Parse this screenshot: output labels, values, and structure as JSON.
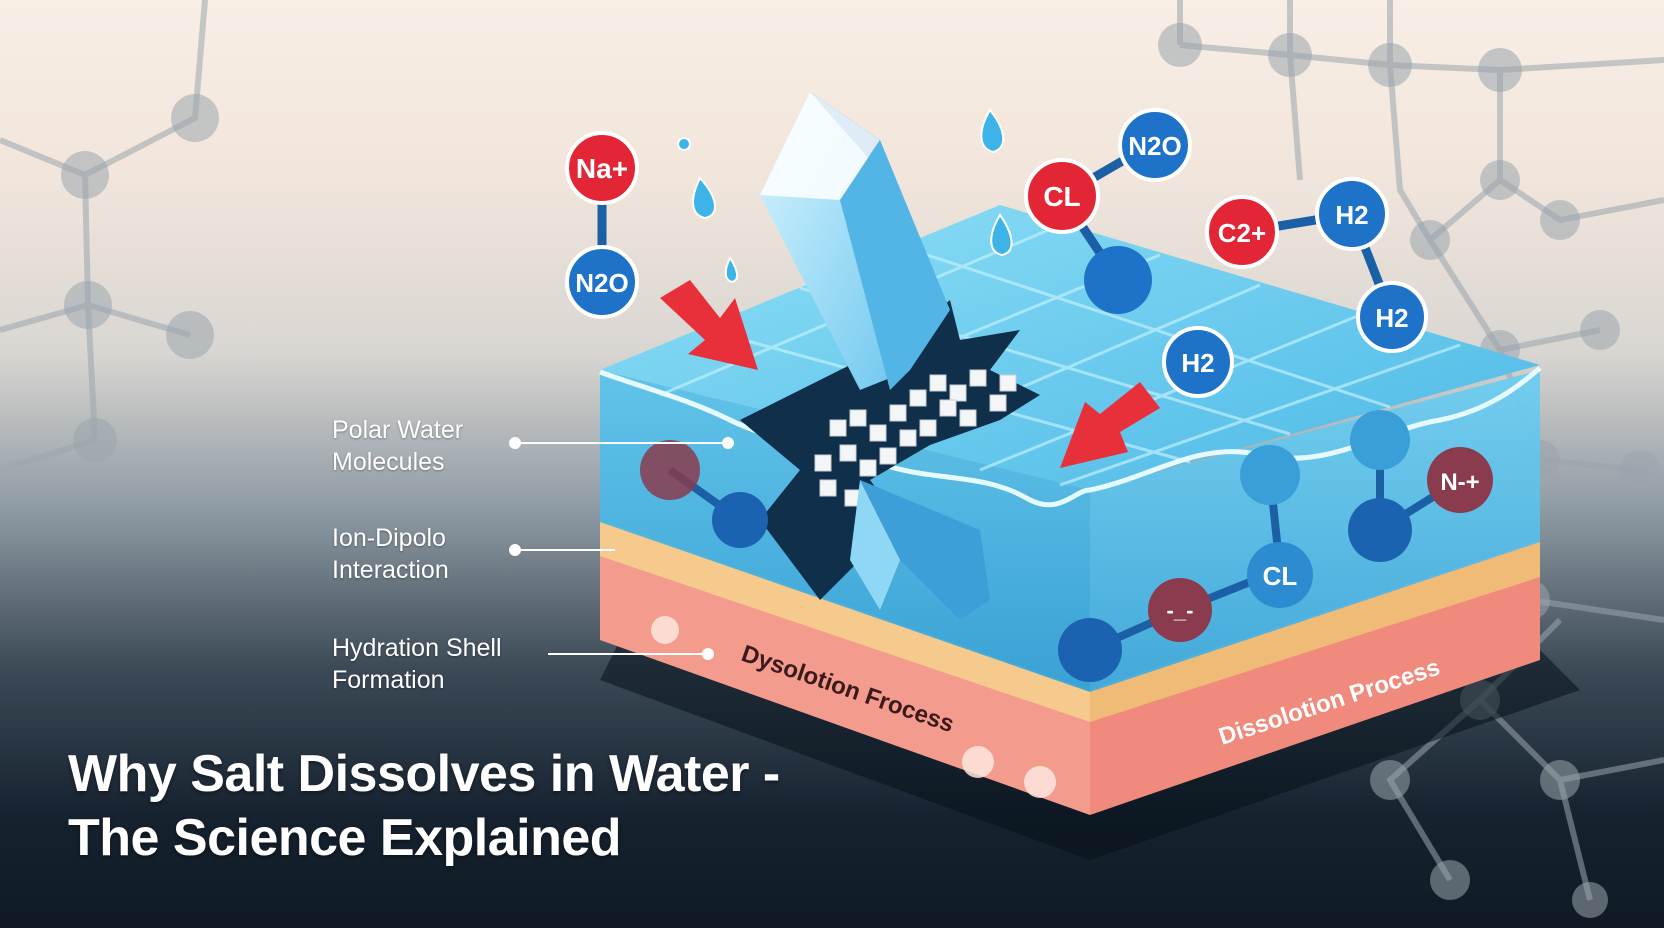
{
  "title": {
    "line1": "Why Salt Dissolves in Water -",
    "line2": "The Science Explained"
  },
  "callouts": [
    {
      "line1": "Polar Water",
      "line2": "Molecules"
    },
    {
      "line1": "Ion-Dipolo",
      "line2": "Interaction"
    },
    {
      "line1": "Hydration Shell",
      "line2": "Formation"
    }
  ],
  "molecules": {
    "na_plus": "Na+",
    "n2o_left": "N2O",
    "cl_top": "CL",
    "n2o_top": "N2O",
    "c2_plus": "C2+",
    "h2_top": "H2",
    "h2_right": "H2",
    "h2_mid": "H2",
    "cl_inside": "CL",
    "n_minus": "N-+",
    "neg_small": "-_-"
  },
  "band_labels": {
    "front": "Dysolotion Frocess",
    "side": "Dissolotion Process"
  },
  "colors": {
    "sodium_red": "#e32636",
    "water_blue": "#1e73c8",
    "water_light": "#5cc6ea",
    "arrow_red": "#e8303a",
    "crystal": "#7fd2f2",
    "sand": "#f5c98a",
    "salmon": "#f29b8e",
    "maroon": "#8a3b4e"
  }
}
